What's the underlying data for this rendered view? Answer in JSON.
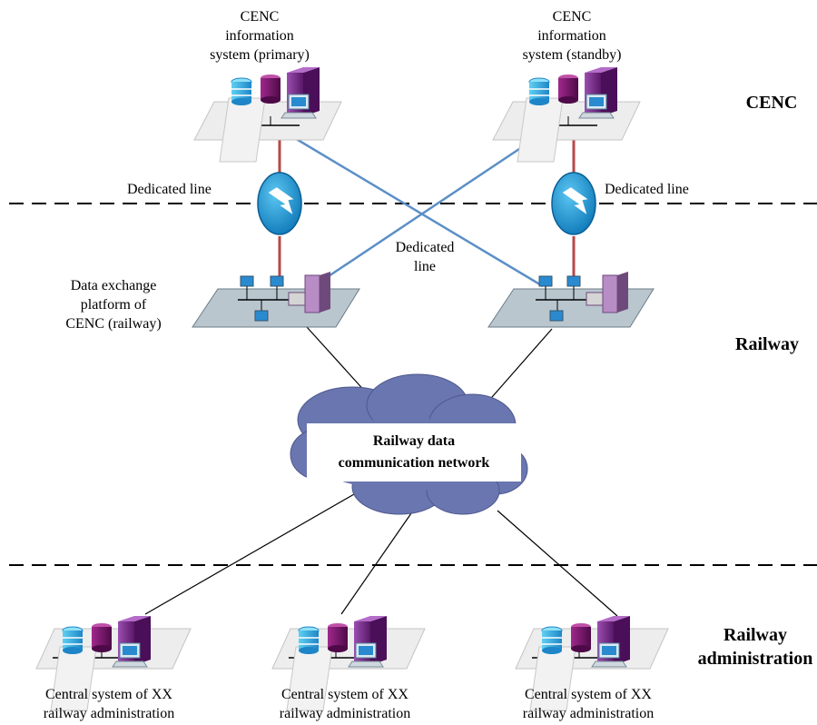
{
  "zones": {
    "cenc": "CENC",
    "railway": "Railway",
    "admin": "Railway\nadministration"
  },
  "systems": {
    "primary": "CENC\ninformation\nsystem (primary)",
    "standby": "CENC\ninformation\nsystem (standby)"
  },
  "links": {
    "dedicated_left": "Dedicated line",
    "dedicated_right": "Dedicated line",
    "dedicated_center": "Dedicated\nline"
  },
  "platform": {
    "label": "Data exchange\nplatform of\nCENC (railway)"
  },
  "network": {
    "label": "Railway data\ncommunication network"
  },
  "admins": [
    {
      "label": "Central system of XX\nrailway administration"
    },
    {
      "label": "Central system of XX\nrailway administration"
    },
    {
      "label": "Central system of XX\nrailway administration"
    }
  ],
  "colors": {
    "cross_link": "#5B8FC7",
    "dedicated_link": "#B5494A",
    "router": "#1C9AD6",
    "cloud": "#6A76B0",
    "server": "#7A2D88",
    "platform": "#B9C6CE"
  }
}
